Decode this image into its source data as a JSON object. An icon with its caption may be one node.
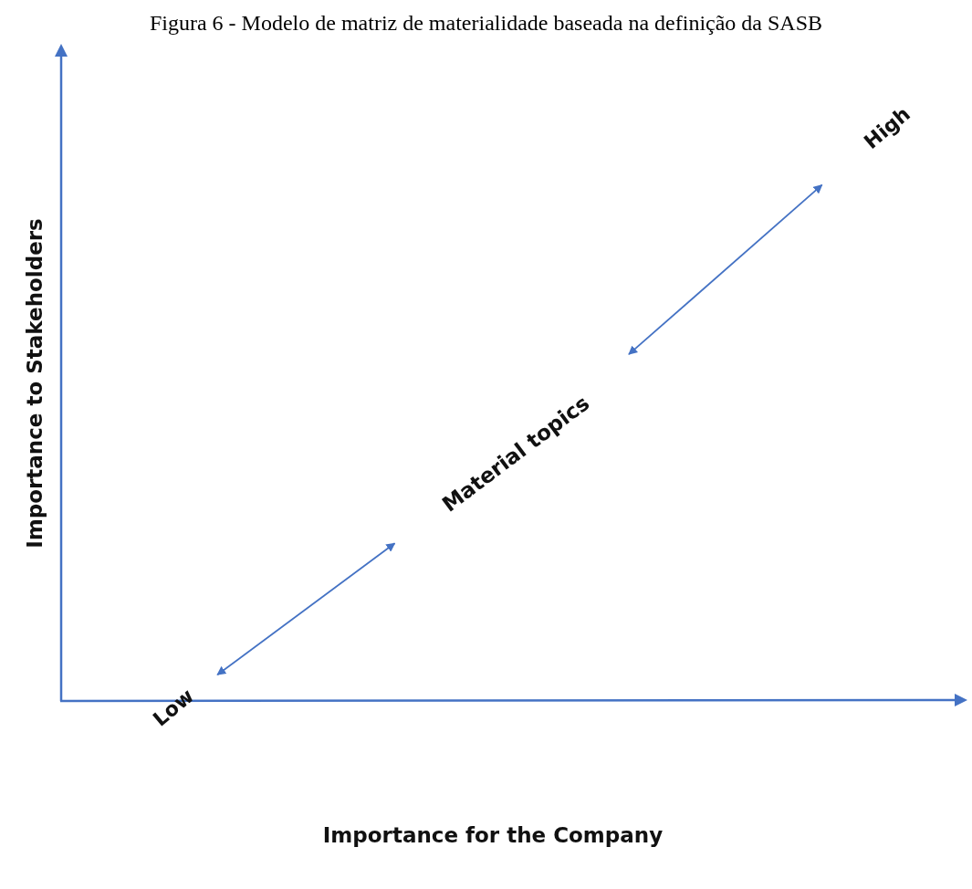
{
  "diagram": {
    "title": "Figura 6 - Modelo de matriz de materialidade baseada na definição da SASB",
    "nodes": [
      {
        "text": [
          "Low"
        ]
      },
      {
        "text": [
          "Material topics"
        ]
      },
      {
        "text": [
          "High"
        ]
      }
    ],
    "edges": [
      {
        "from": 0,
        "to": 1,
        "arrow": "both"
      },
      {
        "from": 1,
        "to": 2,
        "arrow": "both"
      }
    ],
    "labels": [
      "Importance to Stakeholders",
      "Importance for the Company"
    ]
  }
}
